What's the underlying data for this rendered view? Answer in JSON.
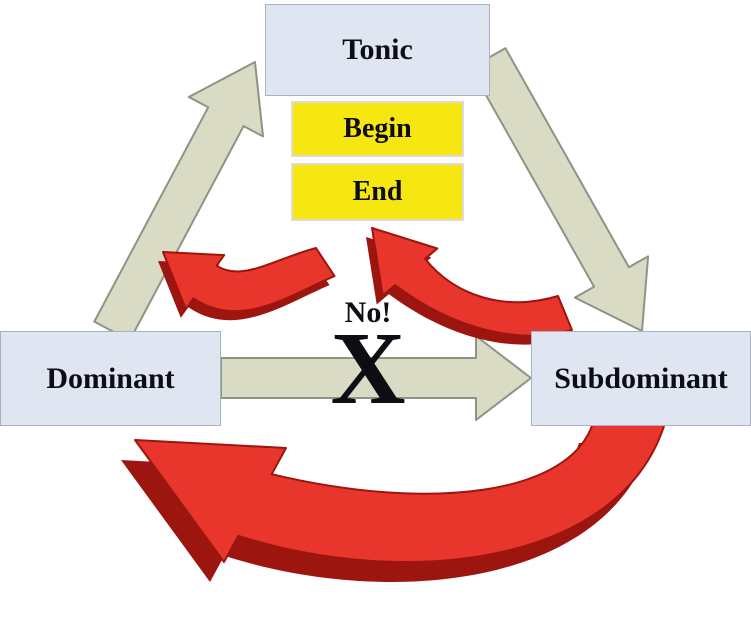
{
  "nodes": {
    "tonic": "Tonic",
    "begin": "Begin",
    "end": "End",
    "dominant": "Dominant",
    "subdominant": "Subdominant"
  },
  "forbidden": {
    "label": "No!",
    "mark": "X"
  },
  "edges": [
    {
      "from": "Dominant",
      "to": "Tonic",
      "style": "straight-block-arrow",
      "allowed": true
    },
    {
      "from": "Tonic",
      "to": "Subdominant",
      "style": "straight-block-arrow",
      "allowed": true
    },
    {
      "from": "Dominant",
      "to": "Subdominant",
      "style": "straight-block-arrow",
      "allowed": false
    },
    {
      "from": "Subdominant",
      "to": "Tonic",
      "style": "curved-red-arrow",
      "allowed": true
    },
    {
      "from": "center",
      "to": "Dominant",
      "style": "curved-red-arrow",
      "allowed": true
    },
    {
      "from": "Subdominant",
      "to": "Dominant",
      "style": "large-curved-red-arrow",
      "allowed": true
    }
  ],
  "colors": {
    "node_fill": "#dfe5f1",
    "node_border": "#aab1c6",
    "yellow_fill": "#f7e711",
    "yellow_border": "#dcdcdc",
    "beige_fill": "#dadbc5",
    "beige_stroke": "#8f9383",
    "red_fill": "#e8362c",
    "red_dark": "#9c150e",
    "text_color": "#0d0d14"
  }
}
